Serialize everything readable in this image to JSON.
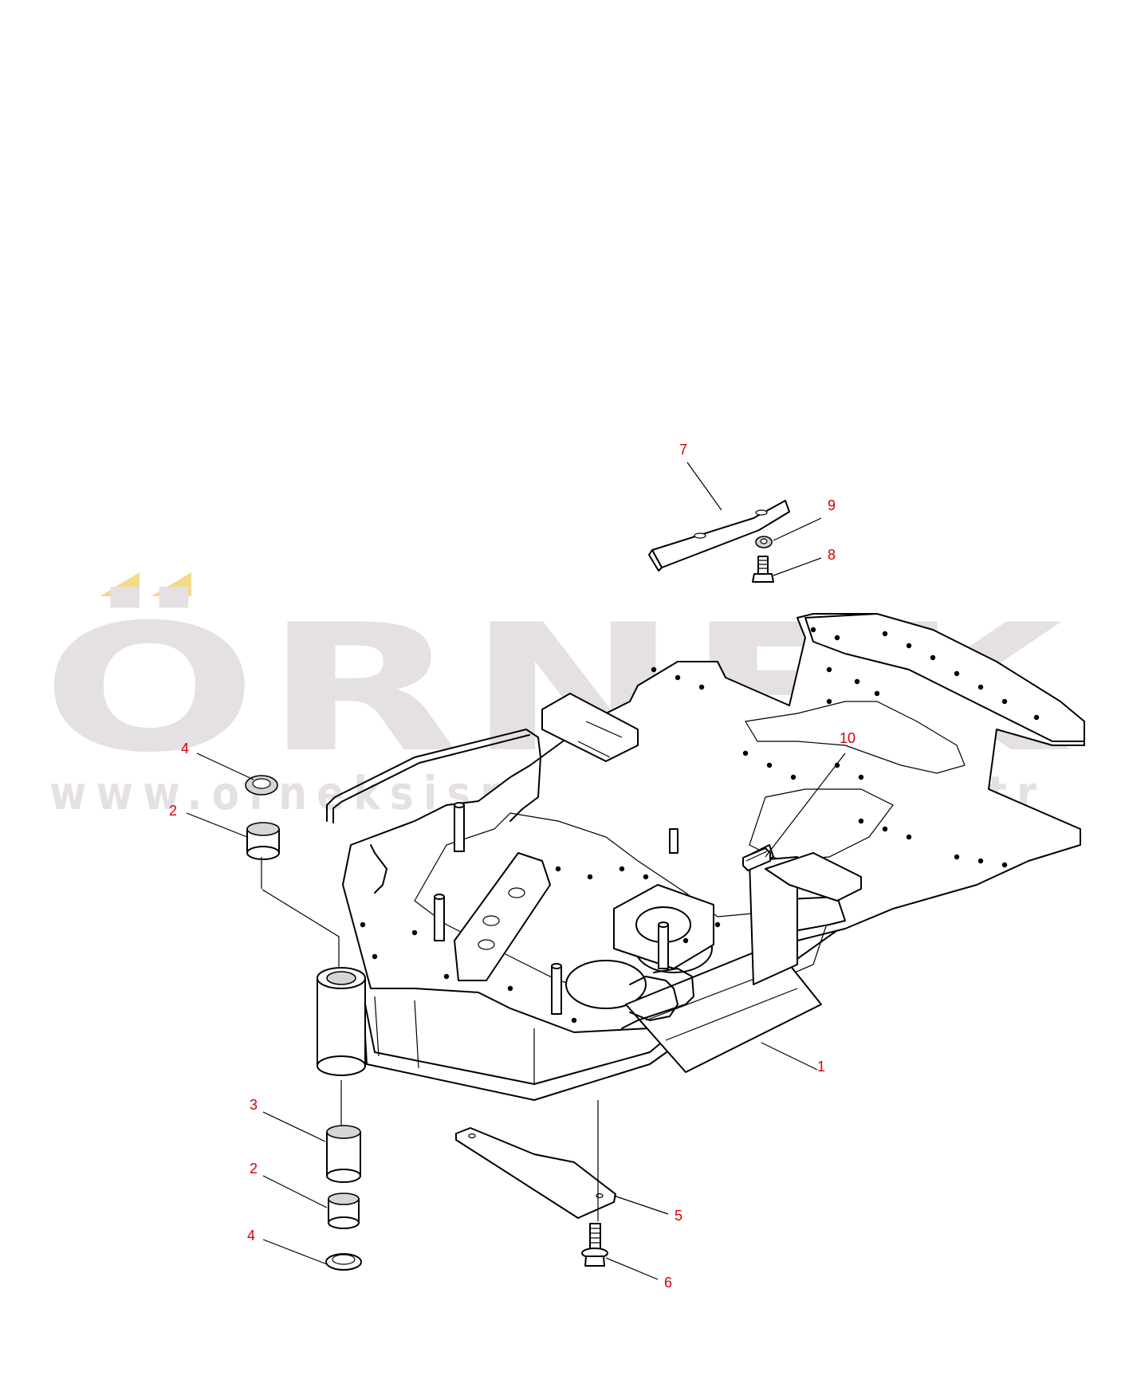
{
  "watermark": {
    "word": "ÖRNEK",
    "url": "www.orneksismakinalari.com.tr",
    "accent_color": "#f3da8a",
    "text_color": "#e4e0e4"
  },
  "callout_color": "#d40000",
  "callouts": [
    {
      "id": "c7",
      "label": "7"
    },
    {
      "id": "c9",
      "label": "9"
    },
    {
      "id": "c8",
      "label": "8"
    },
    {
      "id": "c10",
      "label": "10"
    },
    {
      "id": "c4a",
      "label": "4"
    },
    {
      "id": "c2a",
      "label": "2"
    },
    {
      "id": "c1",
      "label": "1"
    },
    {
      "id": "c3",
      "label": "3"
    },
    {
      "id": "c2b",
      "label": "2"
    },
    {
      "id": "c5",
      "label": "5"
    },
    {
      "id": "c4b",
      "label": "4"
    },
    {
      "id": "c6",
      "label": "6"
    }
  ]
}
